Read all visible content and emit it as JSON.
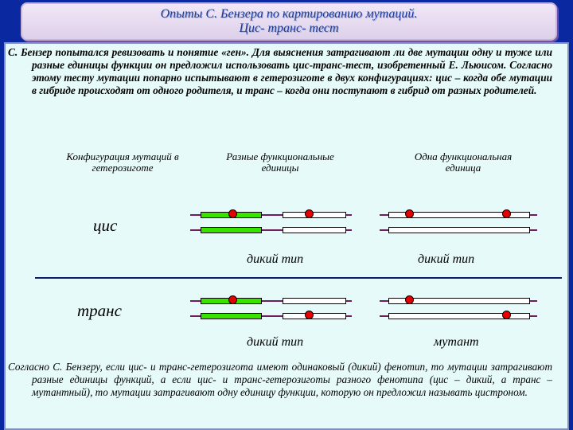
{
  "title": {
    "line1": "Опыты С. Бензера по картированию мутаций.",
    "line2": "Цис- транс- тест"
  },
  "intro_text": "С. Бензер попытался ревизовать и понятие «ген». Для выяснения затрагивают ли две мутации одну и туже или разные единицы функции он предложил использовать цис-транс-тест, изобретенный Е. Льюисом. Согласно этому тесту мутации попарно испытывают в гетерозиготе в двух конфигурациях: цис – когда обе мутации в гибриде происходят от одного родителя, и транс – когда они поступают в гибрид от разных родителей.",
  "headers": {
    "config": "Конфигурация мутаций в гетерозиготе",
    "different_units": "Разные функциональные единицы",
    "one_unit": "Одна функциональная единица"
  },
  "rows": {
    "cis": {
      "label": "цис",
      "result_diff": "дикий тип",
      "result_one": "дикий тип"
    },
    "trans": {
      "label": "транс",
      "result_diff": "дикий тип",
      "result_one": "мутант"
    }
  },
  "conclusion_text": "Согласно С. Бензеру, если цис- и транс-гетерозигота имеют одинаковый (дикий) фенотип, то мутации затрагивают разные единицы функций, а если цис- и транс-гетерозиготы разного фенотипа (цис – дикий, а транс – мутантный), то мутации затрагивают одну единицу функции, которую он предложил называть цистроном.",
  "colors": {
    "background": "#0a28a0",
    "panel": "#e6faf9",
    "functional_unit": "#39e300",
    "mutation": "#e60000",
    "chromosome_line": "#6e1e5a"
  }
}
